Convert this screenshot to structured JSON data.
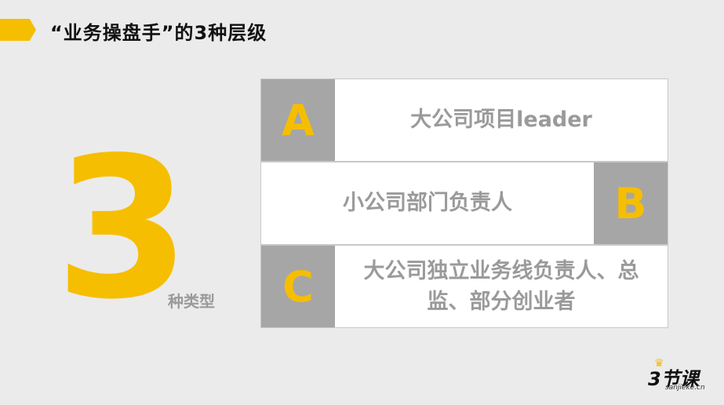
{
  "header": {
    "title": "“业务操盘手”的3种层级"
  },
  "hero": {
    "number": "3",
    "caption": "种类型"
  },
  "levels": [
    {
      "letter": "A",
      "text": "大公司项目leader"
    },
    {
      "letter": "B",
      "text": "小公司部门负责人"
    },
    {
      "letter": "C",
      "text": "大公司独立业务线负责人、总监、部分创业者"
    }
  ],
  "logo": {
    "crown": "♛",
    "main": "3节课",
    "sub": "sanjieke.cn"
  },
  "colors": {
    "accent": "#f6be00",
    "letter_bg": "#a6a6a6",
    "text_gray": "#9a9a9a",
    "background": "#ebebeb"
  }
}
